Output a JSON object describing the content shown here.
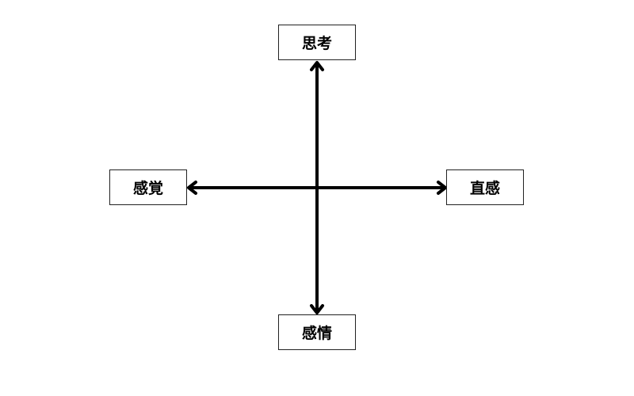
{
  "nodes": {
    "top": "思考",
    "left": "感覚",
    "right": "直感",
    "bottom": "感情"
  },
  "colors": {
    "stroke": "#000000",
    "node_border": "#222222",
    "background": "#ffffff"
  }
}
